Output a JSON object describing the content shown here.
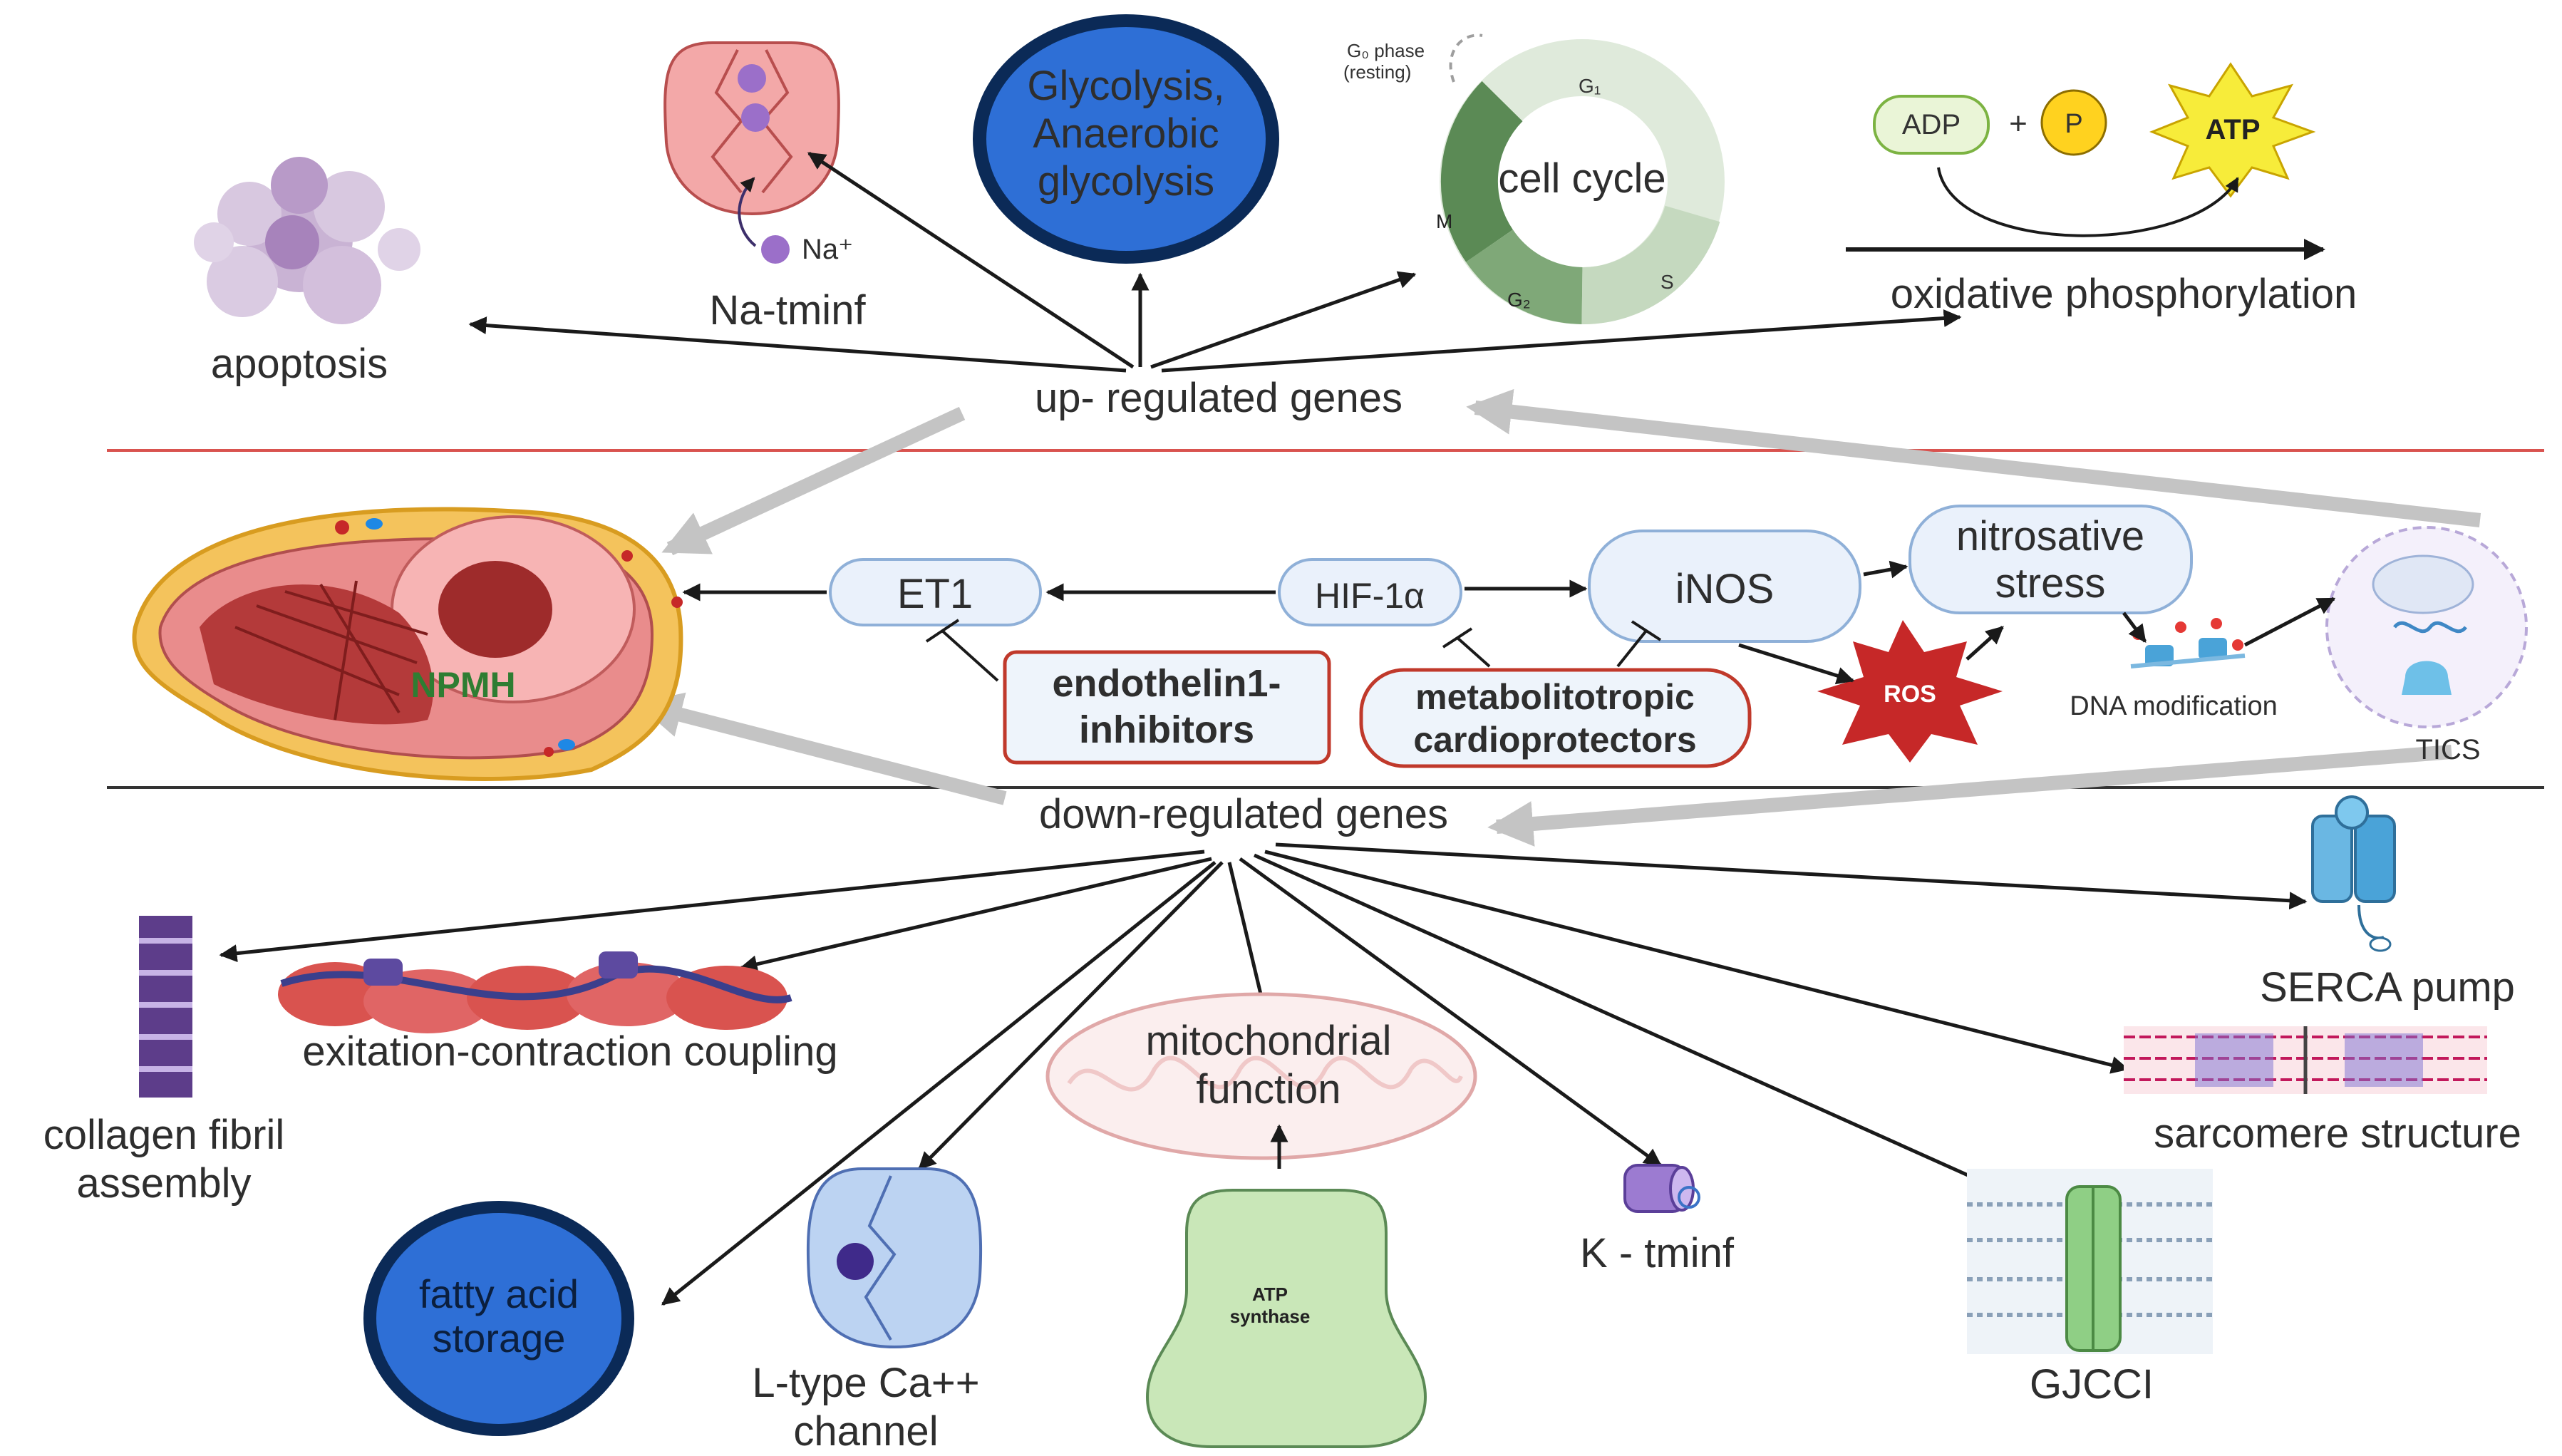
{
  "labels": {
    "apoptosis": "apoptosis",
    "na_channel": "Na-tminf",
    "na_ion": "Na⁺",
    "glycolysis_l1": "Glycolysis,",
    "glycolysis_l2": "Anaerobic",
    "glycolysis_l3": "glycolysis",
    "cell_cycle": "cell cycle",
    "g0_phase_l1": "G₀ phase",
    "g0_phase_l2": "(resting)",
    "g1": "G₁",
    "g2": "G₂",
    "m": "M",
    "s": "S",
    "adp": "ADP",
    "plus": "+",
    "p": "P",
    "atp": "ATP",
    "oxphos": "oxidative phosphorylation",
    "up_regulated": "up- regulated genes",
    "npmh": "NPMH",
    "et1": "ET1",
    "hif": "HIF-1α",
    "inos": "iNOS",
    "nitro_l1": "nitrosative",
    "nitro_l2": "stress",
    "ros": "ROS",
    "dna_mod": "DNA modification",
    "tics": "TICS",
    "endothelin_l1": "endothelin1-",
    "endothelin_l2": "inhibitors",
    "metabolito_l1": "metabolitotropic",
    "metabolito_l2": "cardioprotectors",
    "down_regulated": "down-regulated genes",
    "collagen_l1": "collagen fibril",
    "collagen_l2": "assembly",
    "exitation": "exitation-contraction coupling",
    "mito_l1": "mitochondrial",
    "mito_l2": "function",
    "atp_synthase_l1": "ATP",
    "atp_synthase_l2": "synthase",
    "k_channel": "K - tminf",
    "serca": "SERCA pump",
    "sarcomere": "sarcomere structure",
    "gjcci": "GJCCI",
    "fatty_l1": "fatty acid",
    "fatty_l2": "storage",
    "ltype_l1": "L-type Ca++",
    "ltype_l2": "channel"
  },
  "colors": {
    "divider_top": "#d9534f",
    "divider_bottom": "#333333",
    "blue_circle": "#2e6fd6",
    "blue_circle_border": "#0b2a57",
    "node_fill": "#eaf1fb",
    "node_stroke": "#8fb0d8",
    "inhibitor_fill": "#eef4fb",
    "inhibitor_stroke": "#c0392b",
    "ros": "#c62828",
    "heart_muscle": "#e98c8c",
    "heart_fat": "#f4c35c",
    "npmh_text": "#2e7d32",
    "gray_arrow": "#c4c4c4",
    "atp_star": "#f7ec3a",
    "adp_fill": "#eaf5d7",
    "p_fill": "#ffd21f"
  }
}
